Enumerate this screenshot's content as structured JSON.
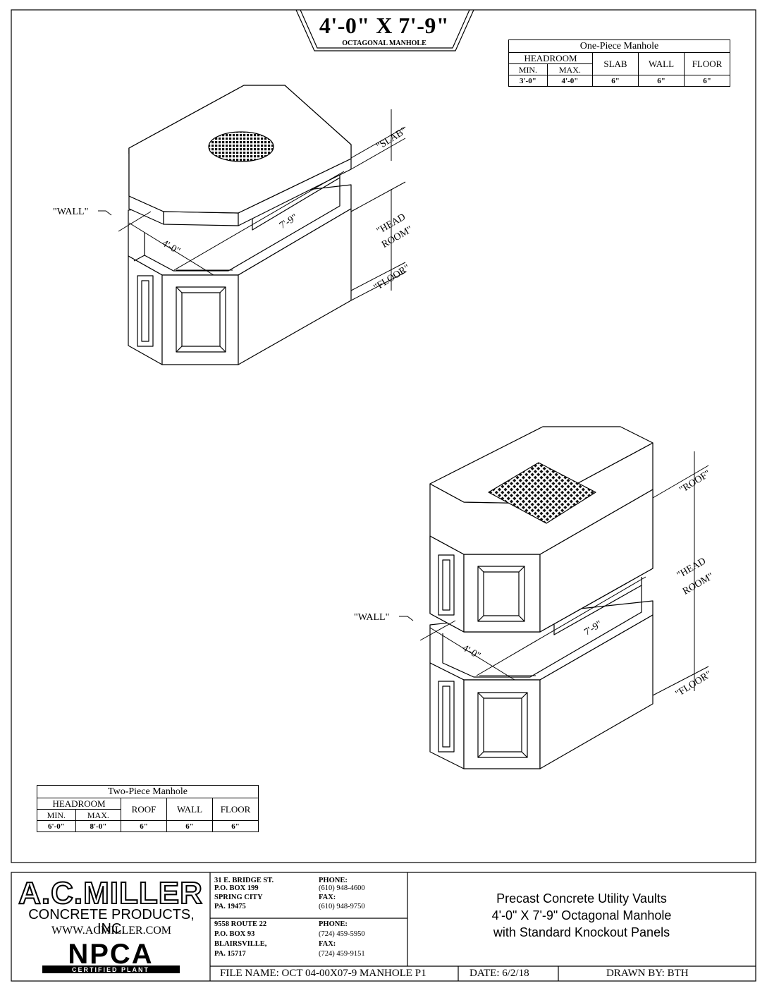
{
  "title": {
    "main": "4'-0\" X 7'-9\"",
    "sub": "OCTAGONAL MANHOLE"
  },
  "one_piece": {
    "caption": "One-Piece Manhole",
    "headroom": "HEADROOM",
    "min_label": "MIN.",
    "max_label": "MAX.",
    "slab_label": "SLAB",
    "wall_label": "WALL",
    "floor_label": "FLOOR",
    "min": "3'-0\"",
    "max": "4'-0\"",
    "slab": "6\"",
    "wall": "6\"",
    "floor": "6\""
  },
  "two_piece": {
    "caption": "Two-Piece Manhole",
    "headroom": "HEADROOM",
    "min_label": "MIN.",
    "max_label": "MAX.",
    "roof_label": "ROOF",
    "wall_label": "WALL",
    "floor_label": "FLOOR",
    "min": "6'-0\"",
    "max": "8'-0\"",
    "roof": "6\"",
    "wall": "6\"",
    "floor": "6\""
  },
  "drawing1_labels": {
    "slab": "\"SLAB\"",
    "head": "\"HEAD",
    "room": "ROOM\"",
    "floor": "\"FLOOR\"",
    "wall": "\"WALL\"",
    "length": "7'-9\"",
    "width": "4'-0\""
  },
  "drawing2_labels": {
    "roof": "\"ROOF\"",
    "head": "\"HEAD",
    "room": "ROOM\"",
    "floor": "\"FLOOR\"",
    "wall": "\"WALL\"",
    "length": "7'-9\"",
    "width": "4'-0\""
  },
  "company": {
    "logo_text": "A.C.MILLER",
    "name": "CONCRETE PRODUCTS, INC.",
    "website": "WWW.ACMILLER.COM",
    "npca": "NPCA",
    "npca_sub": "CERTIFIED PLANT"
  },
  "office1": {
    "lines": [
      "31 E. BRIDGE ST.",
      "P.O. BOX 199",
      "SPRING CITY",
      "PA. 19475"
    ],
    "phone_label": "PHONE:",
    "phone": "(610) 948-4600",
    "fax_label": "FAX:",
    "fax": "(610) 948-9750"
  },
  "office2": {
    "lines": [
      "9558 ROUTE 22",
      "P.O. BOX 93",
      "BLAIRSVILLE,",
      "PA. 15717"
    ],
    "phone_label": "PHONE:",
    "phone": "(724) 459-5950",
    "fax_label": "FAX:",
    "fax": "(724) 459-9151"
  },
  "description": {
    "line1": "Precast Concrete Utility Vaults",
    "line2": "4'-0\" X 7'-9\" Octagonal Manhole",
    "line3": "with Standard Knockout Panels"
  },
  "footer": {
    "file_name": "FILE NAME:   OCT 04-00X07-9 MANHOLE P1",
    "date": "DATE: 6/2/18",
    "drawn_by": "DRAWN BY: BTH"
  }
}
